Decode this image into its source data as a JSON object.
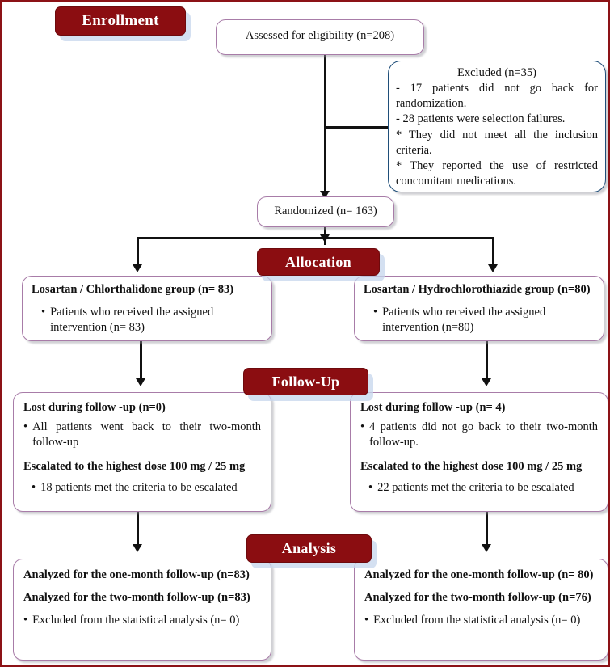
{
  "diagram": {
    "title": "CONSORT participant flow diagram",
    "colors": {
      "banner_fill": "#8b0d11",
      "banner_text": "#ffffff",
      "box_border": "#a87ca8",
      "excluded_box_border": "#1f4e79",
      "connector": "#111111",
      "page_frame": "#8c1216",
      "banner_shadow": "#c5d6ec"
    },
    "stages": [
      {
        "id": "enrollment",
        "label": "Enrollment"
      },
      {
        "id": "allocation",
        "label": "Allocation"
      },
      {
        "id": "followup",
        "label": "Follow-Up"
      },
      {
        "id": "analysis",
        "label": "Analysis"
      }
    ],
    "enrollment": {
      "assessed": {
        "text": "Assessed for eligibility (n=208)"
      },
      "excluded": {
        "heading": "Excluded (n=35)",
        "lines": [
          "-  17  patients  did  not  go  back  for randomization.",
          "- 28 patients were selection failures.",
          "*  They  did  not  meet  all  the  inclusion criteria.",
          "*  They  reported  the  use  of  restricted concomitant medications."
        ]
      },
      "randomized": {
        "text": "Randomized (n= 163)"
      }
    },
    "allocation": {
      "left": {
        "heading": "Losartan / Chlorthalidone group  (n= 83)",
        "bullets": [
          "Patients who received the assigned intervention (n= 83)"
        ]
      },
      "right": {
        "heading": "Losartan / Hydrochlorothiazide group  (n=80)",
        "bullets": [
          "Patients who received the assigned intervention (n=80)"
        ]
      }
    },
    "followup": {
      "left": {
        "lost_heading": "Lost during follow -up  (n=0)",
        "lost_bullets": [
          "All patients went back to their two-month follow-up"
        ],
        "escalated_heading": "Escalated to the highest dose 100 mg / 25 mg",
        "escalated_bullets": [
          "18 patients met the criteria to be escalated"
        ]
      },
      "right": {
        "lost_heading": "Lost during follow -up  (n= 4)",
        "lost_bullets": [
          "4 patients did not go back to their two-month follow-up."
        ],
        "escalated_heading": "Escalated to the highest dose 100 mg / 25 mg",
        "escalated_bullets": [
          "22 patients met the criteria to be escalated"
        ]
      }
    },
    "analysis": {
      "left": {
        "headings": [
          "Analyzed for the one-month follow-up (n=83)",
          "Analyzed for the two-month follow-up (n=83)"
        ],
        "bullets": [
          "Excluded from the statistical analysis (n= 0)"
        ]
      },
      "right": {
        "headings": [
          "Analyzed for the one-month follow-up (n= 80)",
          "Analyzed for the two-month follow-up (n=76)"
        ],
        "bullets": [
          "Excluded from the statistical analysis (n= 0)"
        ]
      }
    },
    "bullet_glyph": "•"
  }
}
